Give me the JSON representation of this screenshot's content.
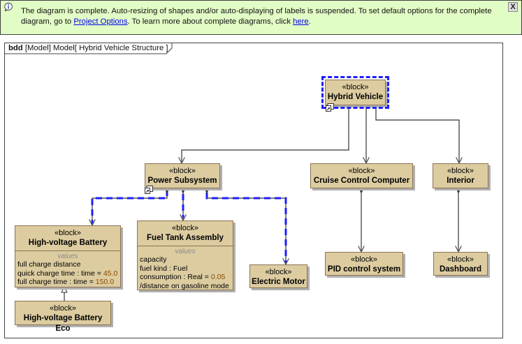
{
  "banner": {
    "icon": "info-icon",
    "text_1": "The diagram is complete. Auto-resizing of shapes and/or auto-displaying of labels is suspended. To set default options for the complete diagram, go to ",
    "link_1": "Project Options",
    "text_2": ". To learn more about complete diagrams, click ",
    "link_2": "here",
    "text_3": ".",
    "close_label": "X"
  },
  "frame": {
    "kind": "bdd",
    "owner": "[Model] Model",
    "name": "[ Hybrid Vehicle Structure ]"
  },
  "colors": {
    "block_fill": "#dccca0",
    "block_border": "#8c7252",
    "selection": "#1f1fff",
    "banner_bg": "#e2fcc5"
  },
  "blocks": {
    "hybrid_vehicle": {
      "stereotype": "«block»",
      "name": "Hybrid Vehicle",
      "selected": true
    },
    "power_subsystem": {
      "stereotype": "«block»",
      "name": "Power Subsystem"
    },
    "cruise_control": {
      "stereotype": "«block»",
      "name": "Cruise Control Computer"
    },
    "interior": {
      "stereotype": "«block»",
      "name": "Interior"
    },
    "hv_battery": {
      "stereotype": "«block»",
      "name": "High-voltage Battery",
      "compartment": "values",
      "values": [
        {
          "text": "full charge distance",
          "default": ""
        },
        {
          "text": "quick charge time : time = ",
          "default": "45.0"
        },
        {
          "text": "full charge time : time = ",
          "default": "150.0"
        }
      ]
    },
    "fuel_tank": {
      "stereotype": "«block»",
      "name": "Fuel Tank Assembly",
      "compartment": "values",
      "values": [
        {
          "text": "capacity",
          "default": ""
        },
        {
          "text": "fuel kind : Fuel",
          "default": ""
        },
        {
          "text": "consumption : Real = ",
          "default": "0.05"
        },
        {
          "text": "/distance on gasoline mode",
          "default": ""
        }
      ]
    },
    "electric_motor": {
      "stereotype": "«block»",
      "name": "Electric Motor"
    },
    "hv_battery_eco": {
      "stereotype": "«block»",
      "name": "High-voltage Battery Eco"
    },
    "pid": {
      "stereotype": "«block»",
      "name": "PID control system"
    },
    "dashboard": {
      "stereotype": "«block»",
      "name": "Dashboard"
    }
  }
}
